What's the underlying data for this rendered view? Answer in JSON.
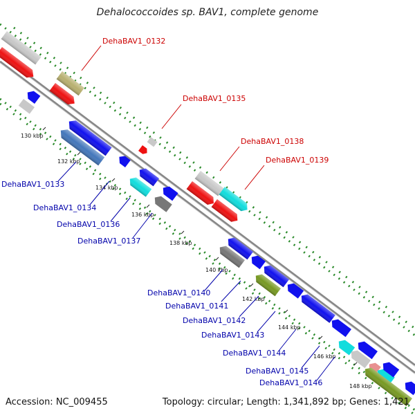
{
  "title": "Dehalococcoides sp. BAV1, complete genome",
  "footer": {
    "accession": "Accession: NC_009455",
    "summary": "Topology: circular; Length: 1,341,892 bp; Genes: 1,421"
  },
  "colors": {
    "backbone": "#8a8a8a",
    "forward_label": "#cc0000",
    "reverse_label": "#0000aa",
    "dots": "#2a8a2a"
  },
  "ticks": [
    {
      "label": "130 kbp"
    },
    {
      "label": "132 kbp"
    },
    {
      "label": "134 kbp"
    },
    {
      "label": "136 kbp"
    },
    {
      "label": "138 kbp"
    },
    {
      "label": "140 kbp"
    },
    {
      "label": "142 kbp"
    },
    {
      "label": "144 kbp"
    },
    {
      "label": "146 kbp"
    },
    {
      "label": "148 kbp"
    }
  ],
  "upper_labels": [
    {
      "text": "DehaBAV1_0132"
    },
    {
      "text": "DehaBAV1_0135"
    },
    {
      "text": "DehaBAV1_0138"
    },
    {
      "text": "DehaBAV1_0139"
    }
  ],
  "lower_labels": [
    {
      "text": "DehaBAV1_0133"
    },
    {
      "text": "DehaBAV1_0134"
    },
    {
      "text": "DehaBAV1_0136"
    },
    {
      "text": "DehaBAV1_0137"
    },
    {
      "text": "DehaBAV1_0140"
    },
    {
      "text": "DehaBAV1_0141"
    },
    {
      "text": "DehaBAV1_0142"
    },
    {
      "text": "DehaBAV1_0143"
    },
    {
      "text": "DehaBAV1_0144"
    },
    {
      "text": "DehaBAV1_0145"
    },
    {
      "text": "DehaBAV1_0146"
    }
  ],
  "gene_colors": {
    "red": "#ee1111",
    "gray": "#c8c8c8",
    "olive": "#b8b070",
    "blue": "#1111ee",
    "steel": "#4477bb",
    "cyan": "#11dddd",
    "darkgray": "#777777",
    "green": "#779922",
    "pink": "#e89090"
  }
}
